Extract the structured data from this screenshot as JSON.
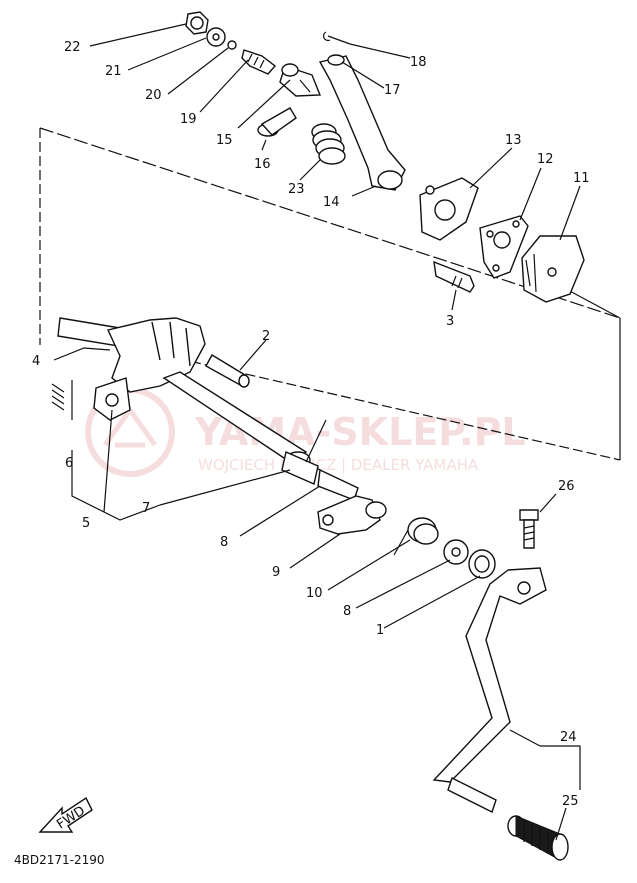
{
  "diagram_code": "4BD2171-2190",
  "fwd_label": "FWD",
  "watermark": {
    "title": "YAMA-SKLEP.PL",
    "subtitle": "WOJCIECH KOZICZ | DEALER YAMAHA",
    "color": "#e8a0a0"
  },
  "callouts": [
    "22",
    "21",
    "20",
    "19",
    "15",
    "16",
    "23",
    "14",
    "18",
    "17",
    "13",
    "12",
    "11",
    "3",
    "2",
    "4",
    "6",
    "5",
    "7",
    "8",
    "9",
    "10",
    "8",
    "1",
    "26",
    "24",
    "25"
  ]
}
